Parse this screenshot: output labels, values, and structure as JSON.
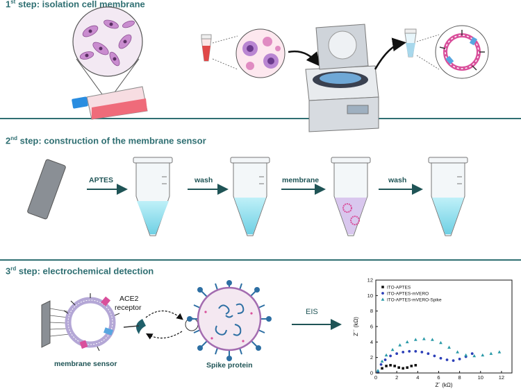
{
  "steps": [
    {
      "num": "1",
      "sup": "st",
      "title": "step: isolation cell membrane"
    },
    {
      "num": "2",
      "sup": "nd",
      "title": "step: construction of the membrane sensor"
    },
    {
      "num": "3",
      "sup": "rd",
      "title": "step: electrochemical detection"
    }
  ],
  "step2_arrows": [
    "APTES",
    "wash",
    "membrane",
    "wash"
  ],
  "step3": {
    "receptor_label": "ACE2\nreceptor",
    "receptor_line1": "ACE2",
    "receptor_line2": "receptor",
    "eis_label": "EIS",
    "membrane_sensor_label": "membrane sensor",
    "spike_label": "Spike protein"
  },
  "colors": {
    "accent": "#2f6f72",
    "tube_liquid": "#9fe0ee",
    "membrane_pink": "#d94f9b"
  },
  "chart_data": {
    "type": "scatter",
    "xlabel": "Z´ (kΩ)",
    "ylabel": "Z´´ (kΩ)",
    "xlim": [
      0,
      13
    ],
    "ylim": [
      0,
      12
    ],
    "xticks": [
      0,
      2,
      4,
      6,
      8,
      10,
      12
    ],
    "yticks": [
      0,
      2,
      4,
      6,
      8,
      10,
      12
    ],
    "legend_position": "top-left",
    "series": [
      {
        "name": "ITO-APTES",
        "color": "#111111",
        "marker": "square",
        "x": [
          0.2,
          0.6,
          1.0,
          1.4,
          1.8,
          2.2,
          2.6,
          3.0,
          3.4,
          3.8
        ],
        "y": [
          0.1,
          0.6,
          0.9,
          1.0,
          0.9,
          0.7,
          0.6,
          0.7,
          0.9,
          1.0
        ]
      },
      {
        "name": "ITO-APTES-mVERO",
        "color": "#2c3fb8",
        "marker": "circle",
        "x": [
          0.2,
          0.5,
          0.9,
          1.4,
          2.0,
          2.6,
          3.2,
          3.8,
          4.4,
          5.0,
          5.6,
          6.2,
          6.8,
          7.4,
          8.0,
          8.6,
          9.2
        ],
        "y": [
          0.2,
          1.1,
          1.7,
          2.2,
          2.5,
          2.7,
          2.8,
          2.8,
          2.7,
          2.5,
          2.2,
          1.9,
          1.7,
          1.6,
          1.8,
          2.1,
          2.5
        ]
      },
      {
        "name": "ITO-APTES-mVERO-Spike",
        "color": "#2a9aa8",
        "marker": "triangle",
        "x": [
          0.2,
          0.6,
          1.0,
          1.6,
          2.3,
          3.0,
          3.8,
          4.6,
          5.4,
          6.2,
          7.0,
          7.8,
          8.6,
          9.4,
          10.2,
          11.0,
          11.8
        ],
        "y": [
          0.3,
          1.5,
          2.3,
          3.0,
          3.6,
          4.0,
          4.3,
          4.4,
          4.3,
          3.9,
          3.3,
          2.7,
          2.3,
          2.2,
          2.3,
          2.5,
          2.7
        ]
      }
    ]
  }
}
